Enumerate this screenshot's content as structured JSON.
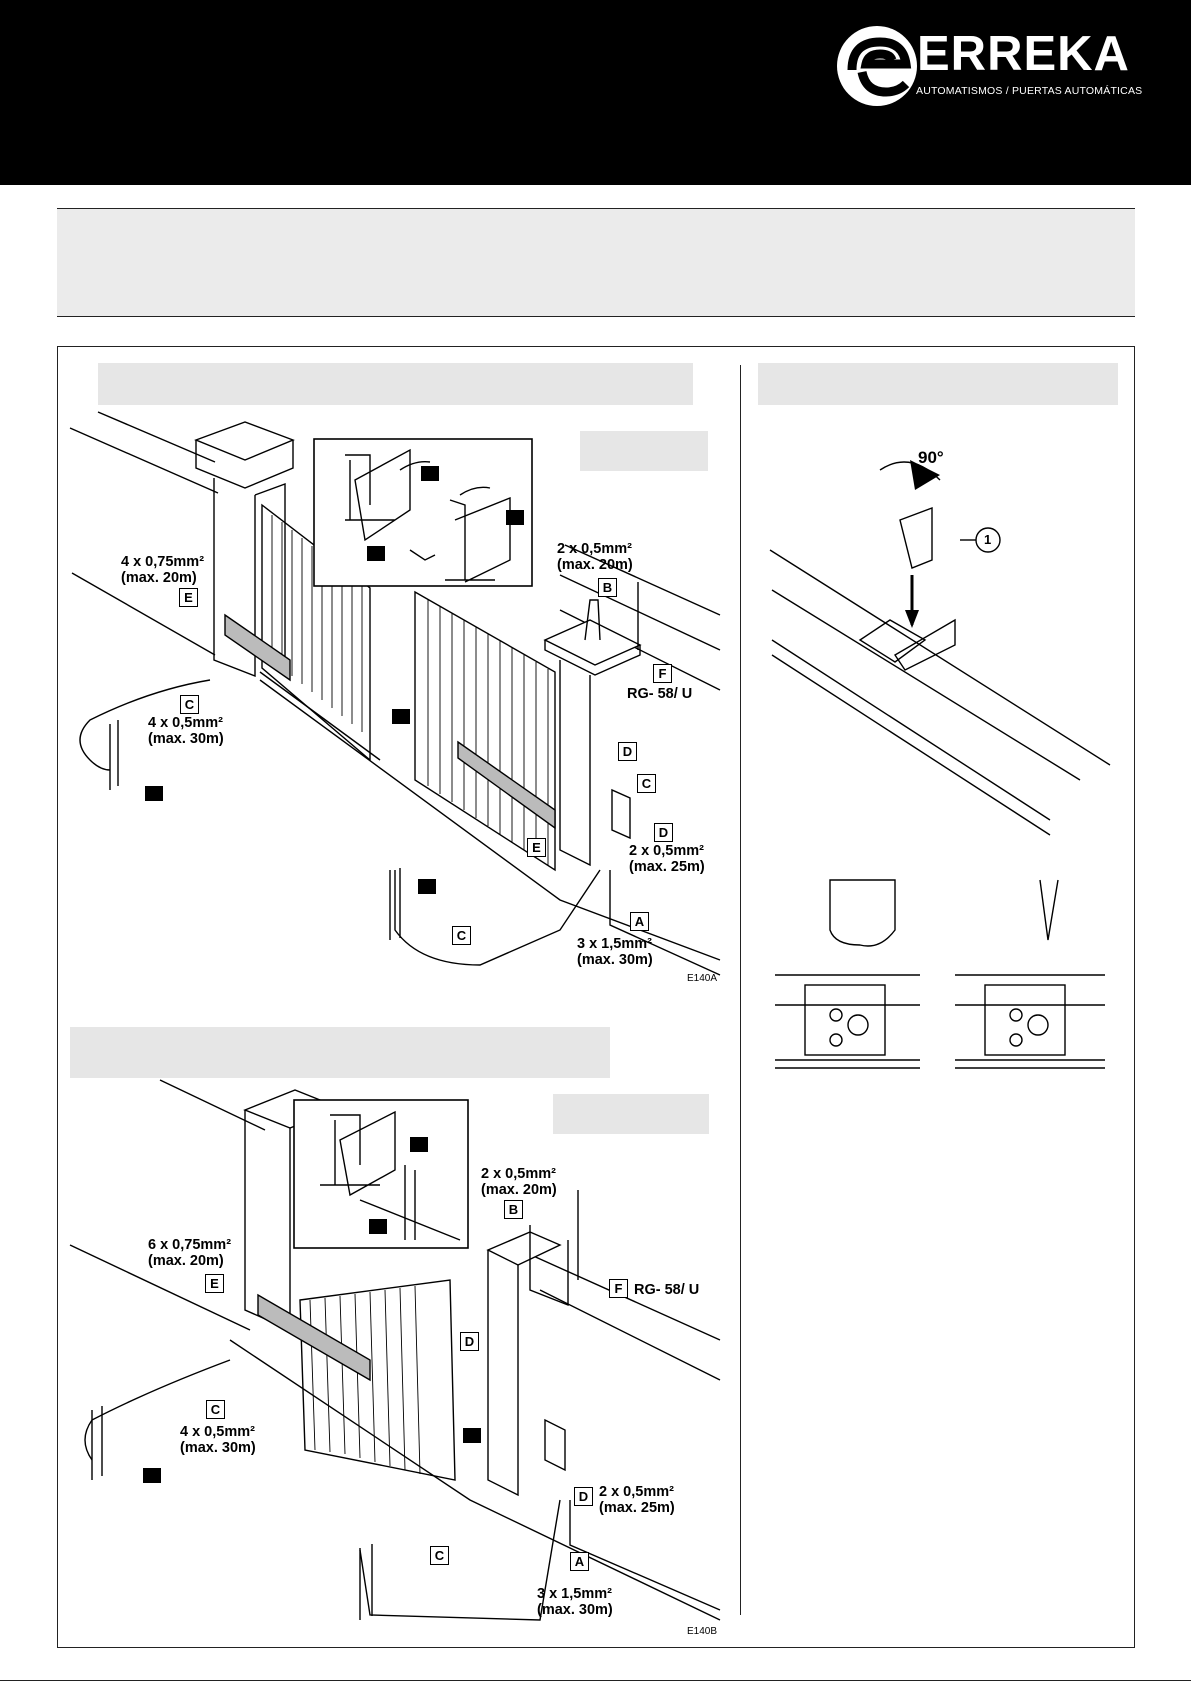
{
  "brand": {
    "name": "ERREKA",
    "tagline": "AUTOMATISMOS / PUERTAS AUTOMÁTICAS",
    "color": "#000000"
  },
  "diagram_a": {
    "code": "E140A",
    "labels": {
      "e_cable": "4 x 0,75mm²",
      "e_len": "(max. 20m)",
      "b_cable": "2 x 0,5mm²",
      "b_len": "(max. 20m)",
      "c_cable": "4 x 0,5mm²",
      "c_len": "(max. 30m)",
      "rg": "RG- 58/ U",
      "d_cable": "2 x 0,5mm²",
      "d_len": "(max. 25m)",
      "a_cable": "3 x 1,5mm²",
      "a_len": "(max. 30m)"
    },
    "letters": {
      "e1": "E",
      "b": "B",
      "f": "F",
      "c1": "C",
      "d1": "D",
      "c2": "C",
      "d2": "D",
      "e2": "E",
      "a": "A",
      "c3": "C"
    }
  },
  "diagram_b": {
    "code": "E140B",
    "labels": {
      "b_cable": "2 x 0,5mm²",
      "b_len": "(max. 20m)",
      "e_cable": "6 x 0,75mm²",
      "e_len": "(max. 20m)",
      "rg": "RG- 58/ U",
      "c_cable": "4 x 0,5mm²",
      "c_len": "(max. 30m)",
      "d_cable": "2 x 0,5mm²",
      "d_len": "(max. 25m)",
      "a_cable": "3 x 1,5mm²",
      "a_len": "(max. 30m)"
    },
    "letters": {
      "b": "B",
      "e": "E",
      "f": "F",
      "d1": "D",
      "c1": "C",
      "d2": "D",
      "c2": "C",
      "a": "A"
    }
  },
  "release": {
    "angle": "90°",
    "callout": "1"
  }
}
